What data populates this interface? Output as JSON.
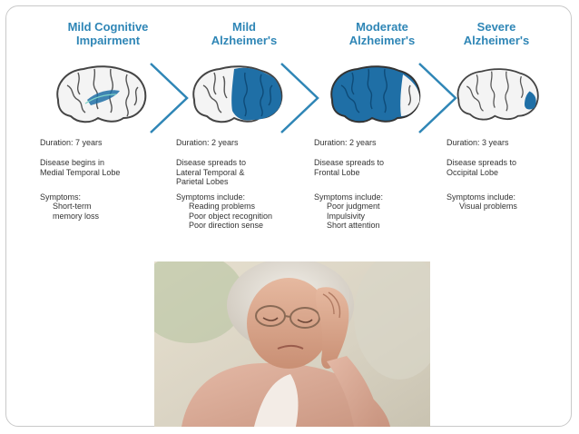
{
  "stages": [
    {
      "title": "Mild Cognitive\nImpairment",
      "duration": "Duration: 7 years",
      "disease": "Disease begins in\nMedial Temporal Lobe",
      "symptoms_heading": "Symptoms:",
      "symptoms": [
        "Short-term",
        "memory loss"
      ],
      "highlight_region": "medial-temporal"
    },
    {
      "title": "Mild\nAlzheimer's",
      "duration": "Duration: 2 years",
      "disease": "Disease spreads to\nLateral Temporal &\nParietal Lobes",
      "symptoms_heading": "Symptoms include:",
      "symptoms": [
        "Reading problems",
        "Poor object recognition",
        "Poor direction sense"
      ],
      "highlight_region": "temporal-parietal"
    },
    {
      "title": "Moderate\nAlzheimer's",
      "duration": "Duration: 2 years",
      "disease": "Disease spreads to\nFrontal Lobe",
      "symptoms_heading": "Symptoms include:",
      "symptoms": [
        "Poor judgment",
        "Impulsivity",
        "Short attention"
      ],
      "highlight_region": "frontal"
    },
    {
      "title": "Severe\nAlzheimer's",
      "duration": "Duration: 3 years",
      "disease": "Disease spreads to\nOccipital Lobe",
      "symptoms_heading": "Symptoms include:",
      "symptoms": [
        "Visual problems"
      ],
      "highlight_region": "occipital"
    }
  ],
  "colors": {
    "title_blue": "#2f86b6",
    "disease_blue": "#1f6fa6",
    "brain_outline": "#444444",
    "brain_fill": "#f4f4f4",
    "chevron": "#2f86b6",
    "body_text": "#333333"
  },
  "photo": {
    "subject": "elderly-woman-holding-head-photo"
  }
}
